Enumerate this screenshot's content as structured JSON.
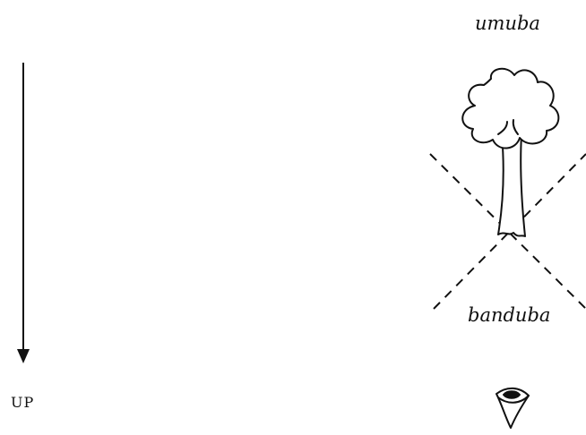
{
  "labels": {
    "top": "umuba",
    "bottom": "banduba",
    "axis": "UP"
  },
  "icons": {
    "tree": "tree-icon",
    "eye": "eye-icon",
    "arrow": "down-arrow"
  },
  "colors": {
    "ink": "#111111",
    "background": "#ffffff"
  }
}
